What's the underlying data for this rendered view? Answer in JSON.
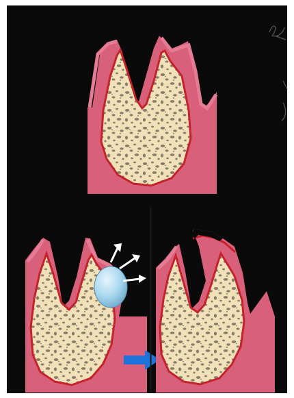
{
  "figure": {
    "panels": [
      {
        "id": "top",
        "stage": "initial"
      },
      {
        "id": "bottom-left",
        "stage": "fluid-bubble"
      },
      {
        "id": "bottom-right",
        "stage": "result"
      }
    ],
    "colors": {
      "background": "#0a0a0a",
      "page": "#ffffff",
      "gingiva": "#d9607b",
      "gingiva_light": "#e47d94",
      "bone_outline": "#c4232c",
      "bone": "#f0e1b8",
      "trabecula": "#8a7d6c",
      "bubble": "#a9d8ef",
      "bubble_highlight": "#e6f5fc",
      "arrow_blue": "#1d73d9",
      "arrow_white": "#ffffff",
      "separator": "#d8d6d2"
    },
    "icons": {
      "right_arrow": "arrow-right-icon",
      "escape_arrows": "arrow-up-right-icon",
      "bubble": "bubble-icon"
    }
  }
}
